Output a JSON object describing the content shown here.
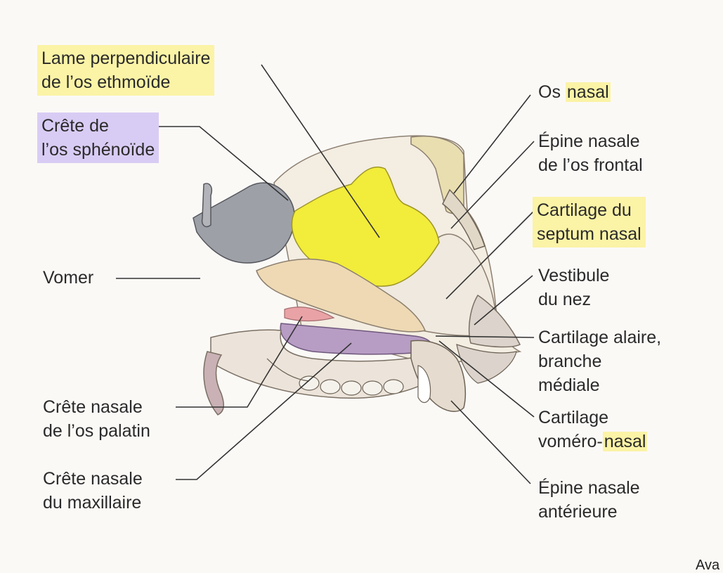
{
  "labels": {
    "lame_line1": "Lame perpendiculaire",
    "lame_line2": "de l’os ethmoïde",
    "crete_sph_line1": "Crête de",
    "crete_sph_line2": "l’os sphénoïde",
    "vomer": "Vomer",
    "crete_pal_line1": "Crête nasale",
    "crete_pal_line2": "de l’os palatin",
    "crete_max_line1": "Crête nasale",
    "crete_max_line2": "du maxillaire",
    "os_nasal_prefix": "Os ",
    "os_nasal_word": "nasal",
    "epine_front_line1": "Épine nasale",
    "epine_front_line2": "de l’os frontal",
    "cart_sept_line1": "Cartilage du",
    "cart_sept_line2": "septum nasal",
    "vest_line1": "Vestibule",
    "vest_line2": "du nez",
    "cart_alaire_line1": "Cartilage alaire,",
    "cart_alaire_line2": "branche",
    "cart_alaire_line3": "médiale",
    "cart_vomero_line1": "Cartilage",
    "cart_vomero_prefix": "voméro-",
    "cart_vomero_word": "nasal",
    "epine_ant_line1": "Épine nasale",
    "epine_ant_line2": "antérieure"
  },
  "corner_text": "Ava",
  "colors": {
    "highlight_yellow": "#fbf3a6",
    "highlight_purple": "#d9ccf4",
    "bone_yellow": "#f2ec3a",
    "cartilage": "#efe9df",
    "vomer_beige": "#eed9b4",
    "sphenoid_gray": "#9ea0a8",
    "palate_purple": "#b79cc4",
    "mucosa_pink": "#e9a3a6"
  },
  "icons": {
    "leader_lines": "leader-line"
  }
}
